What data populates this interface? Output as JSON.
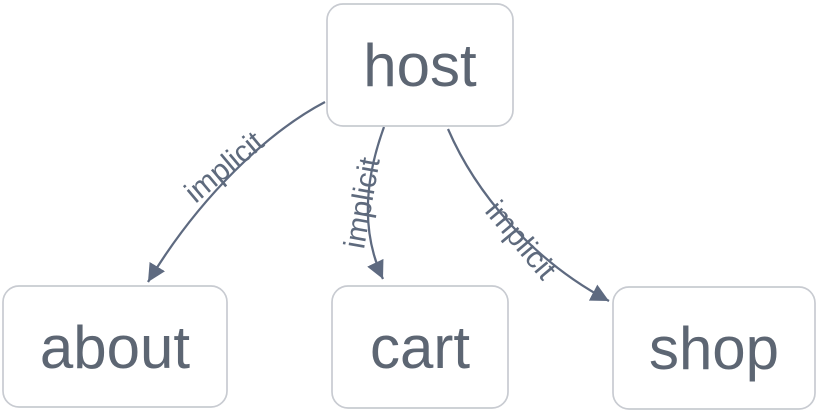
{
  "diagram": {
    "type": "flowchart",
    "nodes": [
      {
        "id": "host",
        "label": "host"
      },
      {
        "id": "about",
        "label": "about"
      },
      {
        "id": "cart",
        "label": "cart"
      },
      {
        "id": "shop",
        "label": "shop"
      }
    ],
    "edges": [
      {
        "from": "host",
        "to": "about",
        "label": "implicit"
      },
      {
        "from": "host",
        "to": "cart",
        "label": "implicit"
      },
      {
        "from": "host",
        "to": "shop",
        "label": "implicit"
      }
    ],
    "colors": {
      "background": "#ffffff",
      "node_fill": "#ffffff",
      "node_border": "#c8cbd1",
      "node_text": "#5d6673",
      "edge_line": "#5e6a80",
      "edge_label": "#5e6a7d"
    }
  }
}
